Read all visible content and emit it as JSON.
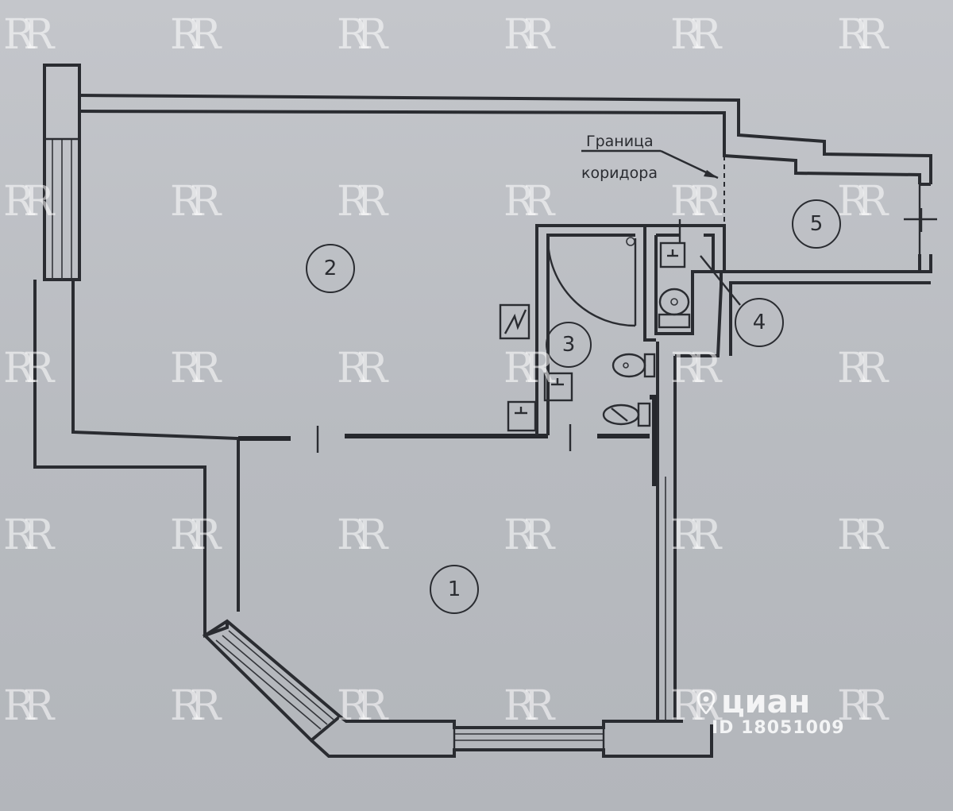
{
  "plan": {
    "rooms": [
      {
        "number": "1"
      },
      {
        "number": "2"
      },
      {
        "number": "3"
      },
      {
        "number": "4"
      },
      {
        "number": "5"
      }
    ],
    "corridor_boundary_label_line1": "Граница",
    "corridor_boundary_label_line2": "коридора"
  },
  "watermark": {
    "logo_text": "RR",
    "site_brand": "циан",
    "listing_id": "ID 18051009"
  },
  "colors": {
    "paper": "#b9bcc1",
    "ink": "#2a2c31",
    "watermark": "#ffffff"
  },
  "icons": [
    "electrical-panel-icon",
    "sink-icon",
    "toilet-icon",
    "bathtub-icon",
    "location-pin-icon"
  ]
}
